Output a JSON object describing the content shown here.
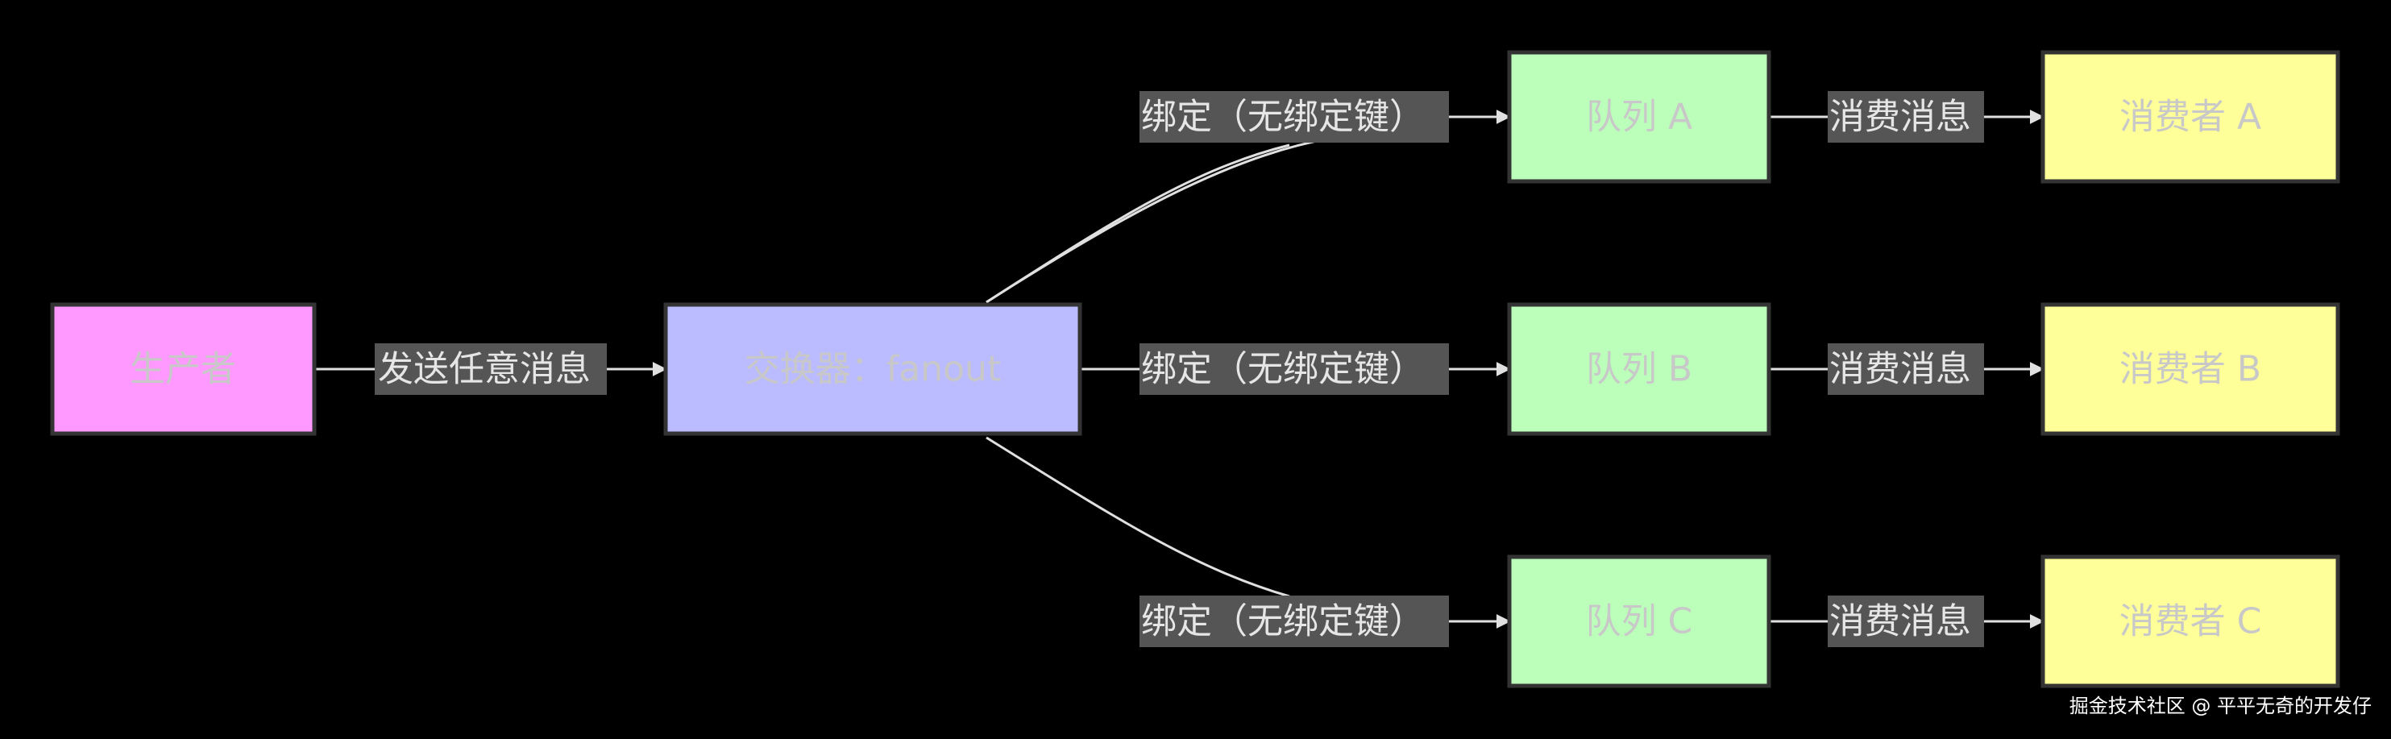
{
  "colors": {
    "background": "#000000",
    "edge": "#e0e0e0",
    "label_bg": "#555555",
    "producer": "#ff99ff",
    "exchange": "#bbbbff",
    "queue": "#bbffbb",
    "consumer": "#ffff99",
    "node_text": "#c8c8c8"
  },
  "nodes": {
    "producer": {
      "label": "生产者"
    },
    "exchange": {
      "label": "交换器：fanout"
    },
    "queue_a": {
      "label": "队列 A"
    },
    "queue_b": {
      "label": "队列 B"
    },
    "queue_c": {
      "label": "队列 C"
    },
    "consumer_a": {
      "label": "消费者 A"
    },
    "consumer_b": {
      "label": "消费者 B"
    },
    "consumer_c": {
      "label": "消费者 C"
    }
  },
  "edges": {
    "send": {
      "label": "发送任意消息"
    },
    "bind_a": {
      "label": "绑定（无绑定键）"
    },
    "bind_b": {
      "label": "绑定（无绑定键）"
    },
    "bind_c": {
      "label": "绑定（无绑定键）"
    },
    "consume_a": {
      "label": "消费消息"
    },
    "consume_b": {
      "label": "消费消息"
    },
    "consume_c": {
      "label": "消费消息"
    }
  },
  "watermark": "掘金技术社区 @ 平平无奇的开发仔"
}
